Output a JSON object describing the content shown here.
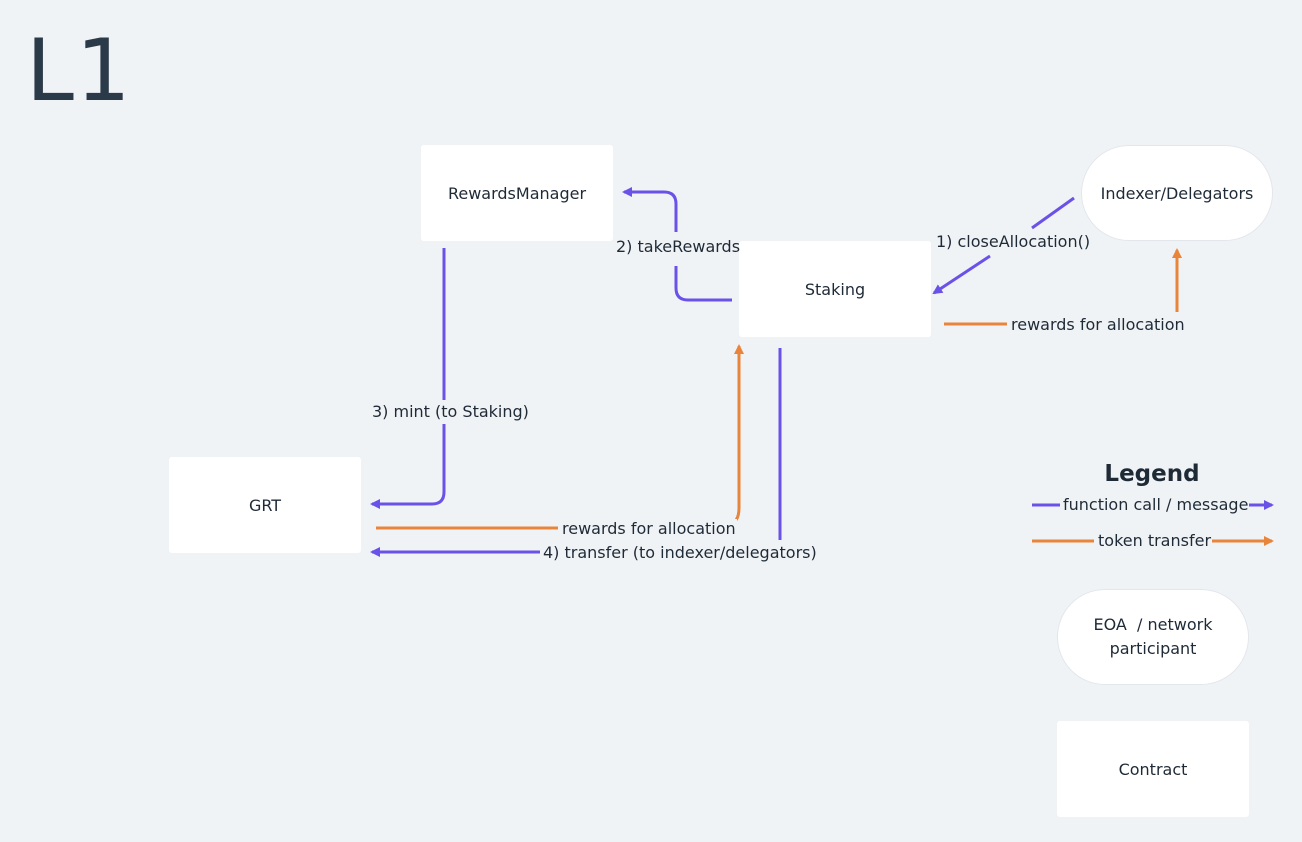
{
  "title": "L1",
  "nodes": {
    "rewards_manager": "RewardsManager",
    "indexer_delegators": "Indexer/Delegators",
    "staking": "Staking",
    "grt": "GRT"
  },
  "edges": {
    "close_allocation": "1) closeAllocation()",
    "take_rewards": "2) takeRewards",
    "mint": "3) mint (to Staking)",
    "transfer": "4) transfer (to indexer/delegators)",
    "rewards_staking_to_indexer": "rewards for allocation",
    "rewards_grt_to_staking": "rewards for allocation"
  },
  "legend": {
    "title": "Legend",
    "function_call": "function call / message",
    "token_transfer": "token transfer",
    "eoa": "EOA  / network participant",
    "contract": "Contract"
  },
  "colors": {
    "function_call": "#6a52e8",
    "token_transfer": "#e8853a",
    "background": "#f0f3f6",
    "node": "#ffffff"
  }
}
